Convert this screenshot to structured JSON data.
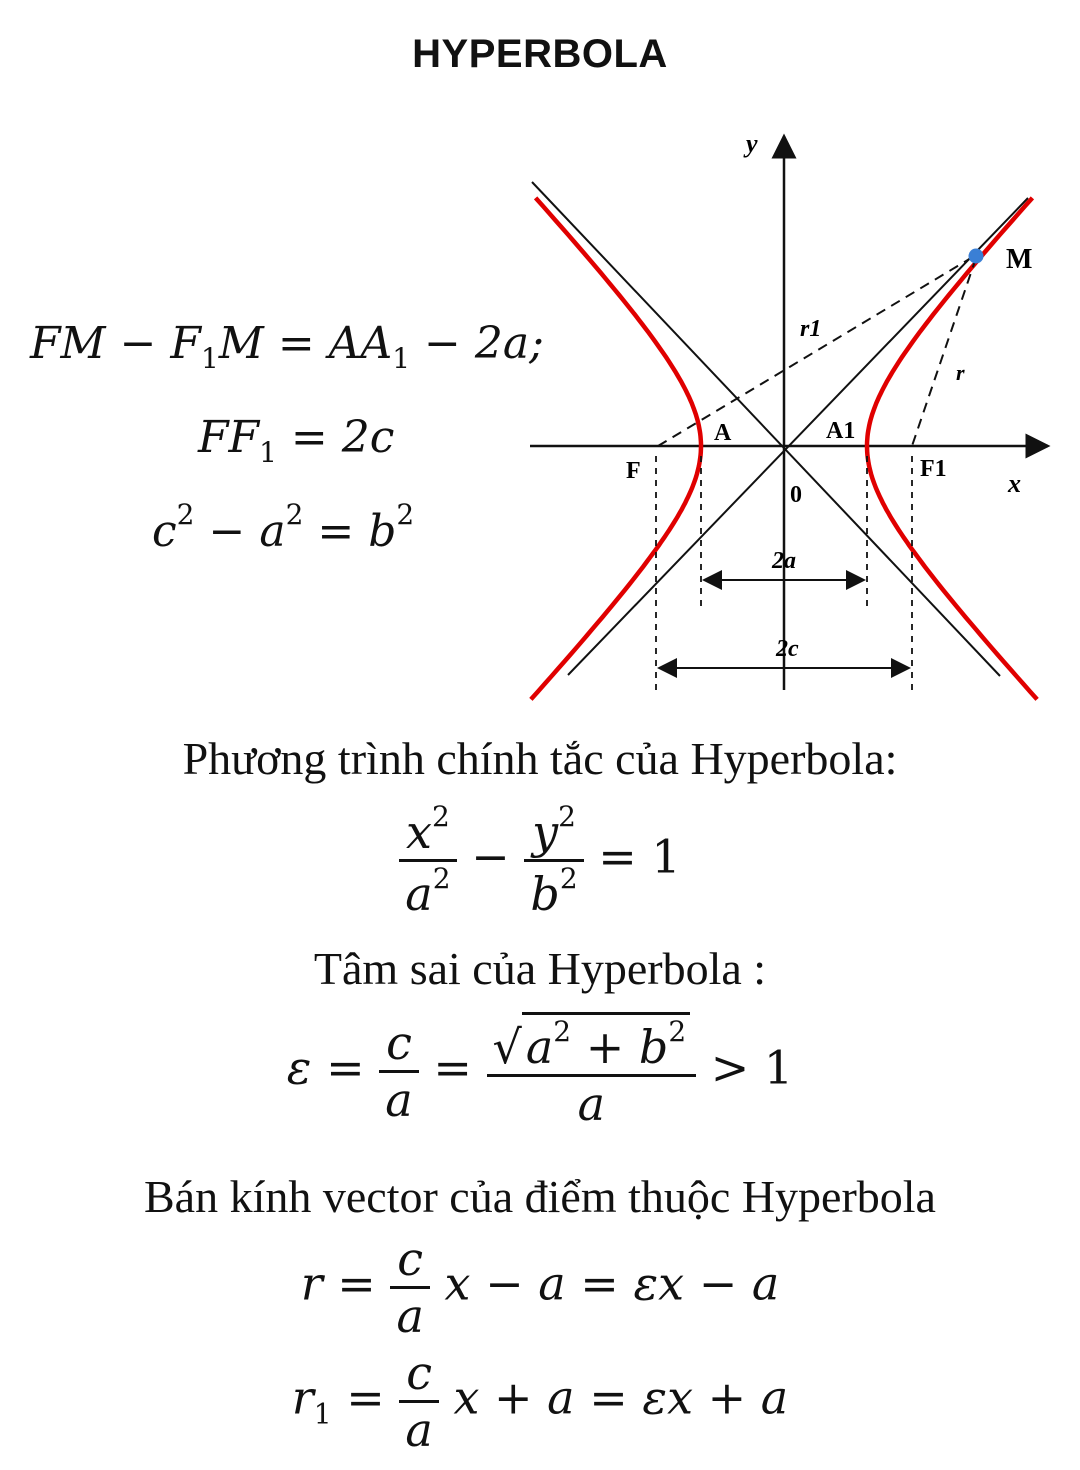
{
  "title": "HYPERBOLA",
  "left_equations": {
    "eq1": "FM − F₁M = AA₁ − 2a;",
    "eq2": "FF₁ = 2c",
    "eq3": "c² − a² = b²"
  },
  "diagram_labels": {
    "y_axis": "y",
    "x_axis": "x",
    "origin": "0",
    "point_m": "M",
    "vertex_a": "A",
    "vertex_a1": "A1",
    "focus_f": "F",
    "focus_f1": "F1",
    "r1": "r1",
    "r": "r",
    "dim_2a": "2a",
    "dim_2c": "2c"
  },
  "colors": {
    "hyperbola": "#e00000",
    "point_m": "#3a7fd5",
    "lines": "#111111"
  },
  "sections": {
    "canonical_heading": "Phương trình chính tắc của Hyperbola:",
    "canonical_formula": "x²/a² − y²/b² = 1",
    "eccentricity_heading": "Tâm sai của Hyperbola :",
    "eccentricity_formula": "ε = c/a = √(a² + b²)/a > 1",
    "radius_heading": "Bán kính vector của điểm thuộc Hyperbola",
    "radius_formula_r": "r = (c/a)x − a = εx − a",
    "radius_formula_r1": "r₁ = (c/a)x + a = εx + a"
  }
}
